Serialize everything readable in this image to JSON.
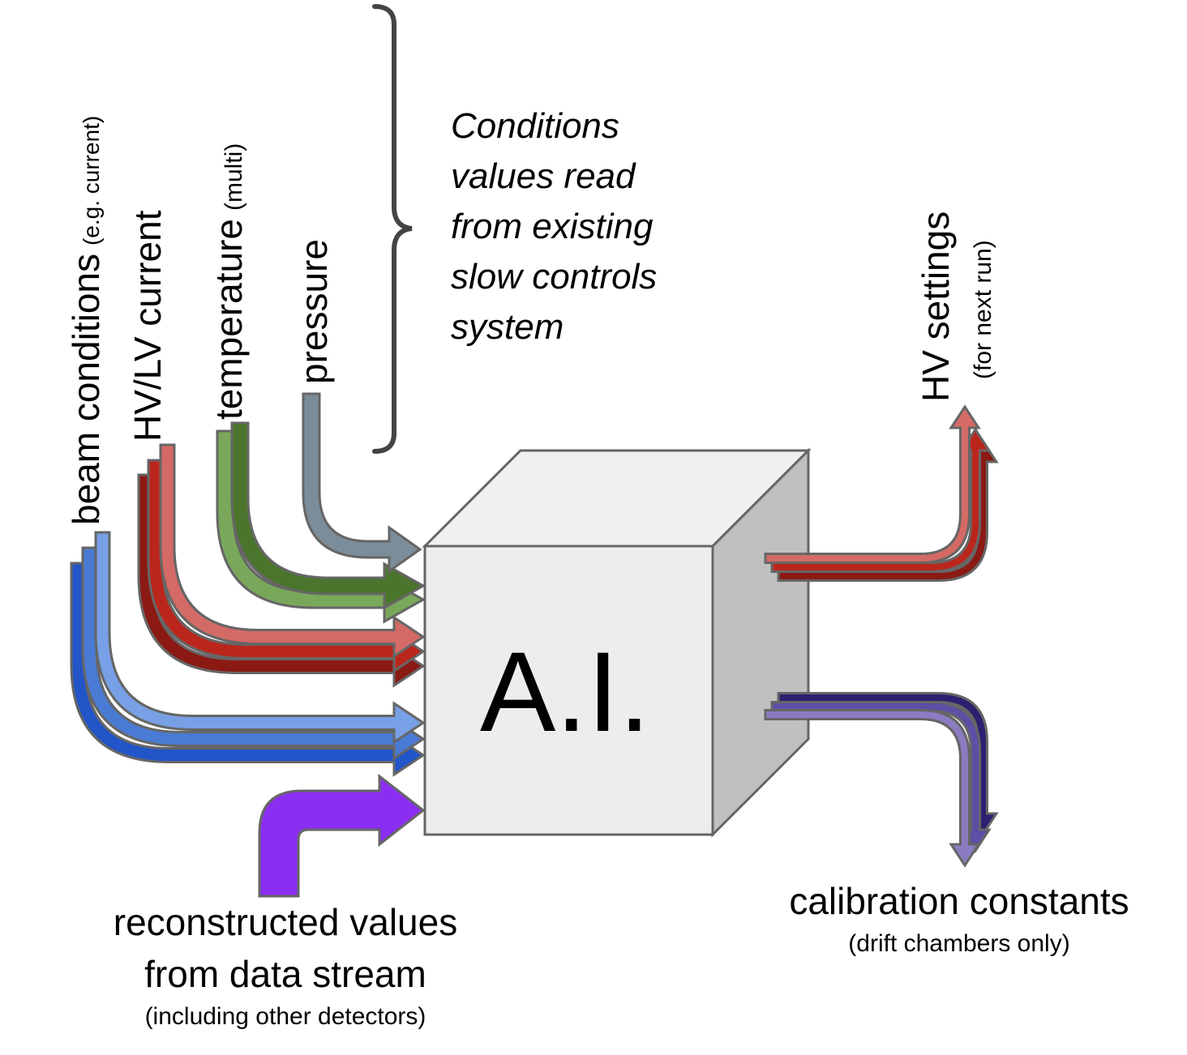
{
  "center": {
    "label": "A.I."
  },
  "inputs": {
    "beam": {
      "label": "beam conditions",
      "sub": "(e.g. current)",
      "colors": [
        "#2255c8",
        "#4a7bd4",
        "#78a0e6"
      ]
    },
    "hvlv": {
      "label": "HV/LV current",
      "colors": [
        "#8b1a14",
        "#bb261c",
        "#d46a65"
      ]
    },
    "temperature": {
      "label": "temperature",
      "sub": "(multi)",
      "colors": [
        "#7aa85a",
        "#4b752d"
      ]
    },
    "pressure": {
      "label": "pressure",
      "colors": [
        "#7b8d9a"
      ]
    },
    "reconstructed": {
      "line1": "reconstructed values",
      "line2": "from data stream",
      "sub": "(including other detectors)",
      "color": "#8a2ef2"
    }
  },
  "brace_note": {
    "lines": [
      "Conditions",
      "values read",
      "from existing",
      "slow controls",
      "system"
    ]
  },
  "outputs": {
    "hv_settings": {
      "label": "HV settings",
      "sub": "(for next run)",
      "colors": [
        "#8b1a14",
        "#bb261c",
        "#d46a65"
      ]
    },
    "calibration": {
      "label": "calibration constants",
      "sub": "(drift chambers only)",
      "colors": [
        "#2e1f70",
        "#5e4ea5",
        "#8b7cc2"
      ]
    }
  }
}
